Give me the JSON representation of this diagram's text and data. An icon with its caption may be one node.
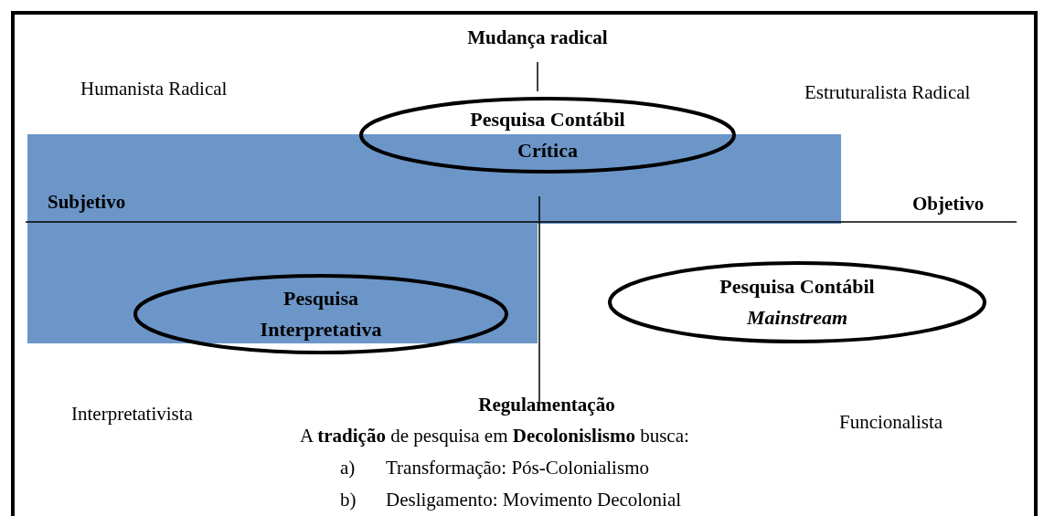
{
  "diagram": {
    "nodes": [
      {
        "text": [
          "Pesquisa Contábil Crítica"
        ]
      },
      {
        "text": [
          "Pesquisa Interpretativa"
        ]
      },
      {
        "text": [
          "Pesquisa Contábil *Mainstream*"
        ]
      }
    ],
    "edges": [],
    "labels": [
      "Mudança radical",
      "Humanista Radical",
      "Estruturalista Radical",
      "Subjetivo",
      "Objetivo",
      "Interpretativista",
      "Regulamentação",
      "Funcionalista",
      "A **tradição** de pesquisa em **Decolonislismo** busca:",
      "a)",
      "Transformação: Pós-Colonialismo",
      "b)",
      "Desligamento: Movimento Decolonial"
    ]
  }
}
